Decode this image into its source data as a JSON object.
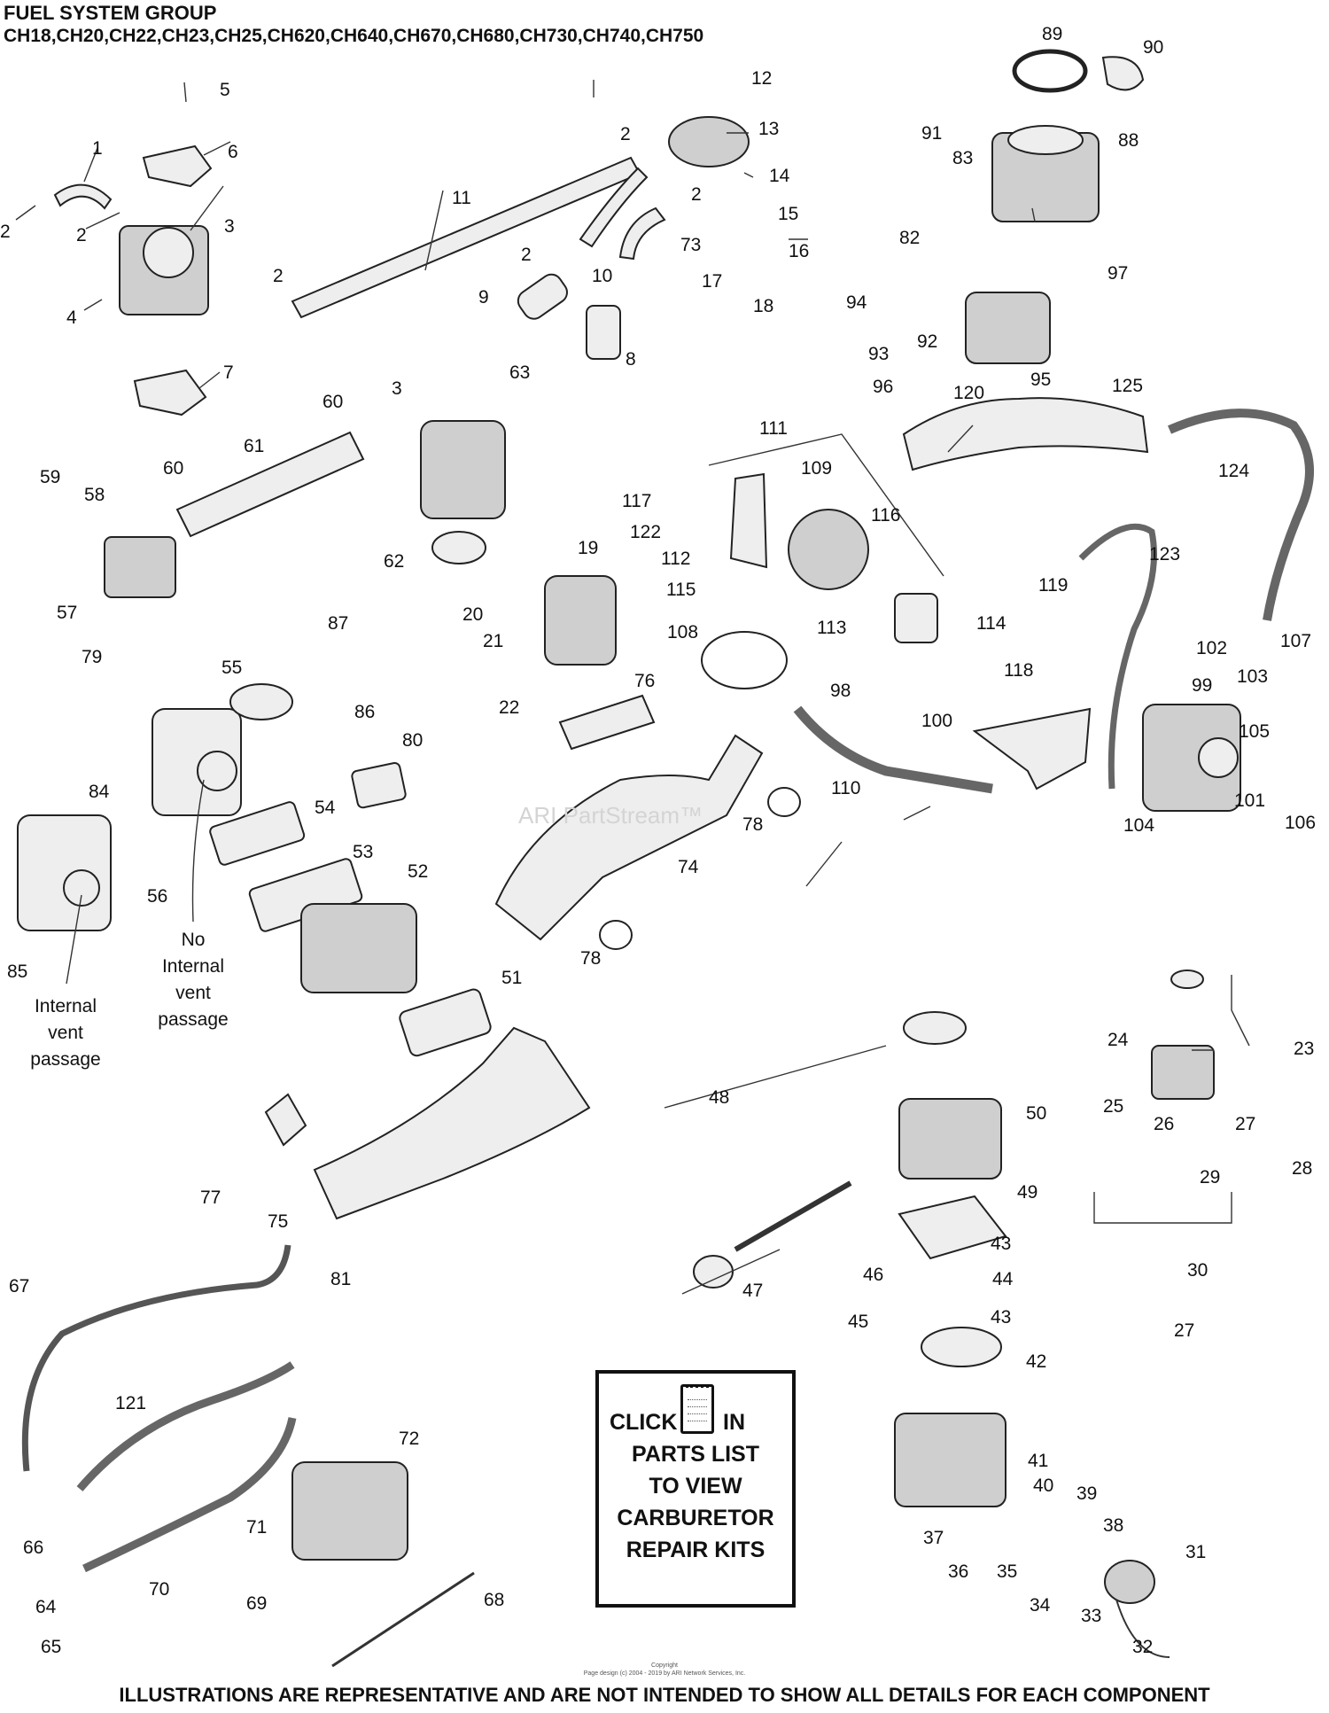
{
  "header": {
    "title": "FUEL SYSTEM GROUP",
    "models": "CH18,CH20,CH22,CH23,CH25,CH620,CH640,CH670,CH680,CH730,CH740,CH750"
  },
  "callouts": [
    "1",
    "2",
    "2",
    "2",
    "2",
    "2",
    "2",
    "3",
    "3",
    "4",
    "5",
    "6",
    "7",
    "8",
    "9",
    "10",
    "11",
    "12",
    "13",
    "14",
    "15",
    "16",
    "17",
    "18",
    "19",
    "20",
    "21",
    "22",
    "23",
    "24",
    "25",
    "26",
    "27",
    "27",
    "28",
    "29",
    "30",
    "31",
    "32",
    "33",
    "34",
    "35",
    "36",
    "37",
    "38",
    "39",
    "40",
    "41",
    "42",
    "43",
    "43",
    "44",
    "45",
    "46",
    "47",
    "48",
    "49",
    "50",
    "51",
    "52",
    "53",
    "54",
    "55",
    "56",
    "57",
    "58",
    "59",
    "60",
    "60",
    "61",
    "62",
    "63",
    "64",
    "65",
    "66",
    "67",
    "68",
    "69",
    "70",
    "71",
    "72",
    "73",
    "74",
    "75",
    "76",
    "77",
    "78",
    "78",
    "79",
    "80",
    "81",
    "82",
    "83",
    "84",
    "85",
    "86",
    "87",
    "88",
    "89",
    "90",
    "91",
    "92",
    "93",
    "94",
    "95",
    "96",
    "97",
    "98",
    "99",
    "100",
    "101",
    "102",
    "103",
    "104",
    "105",
    "106",
    "107",
    "108",
    "109",
    "110",
    "111",
    "112",
    "113",
    "114",
    "115",
    "116",
    "117",
    "118",
    "119",
    "120",
    "121",
    "122",
    "123",
    "124",
    "125"
  ],
  "notes": {
    "no_vent": [
      "No",
      "Internal",
      "vent",
      "passage"
    ],
    "internal_vent": [
      "Internal",
      "vent",
      "passage"
    ]
  },
  "kit_notice": {
    "line1_left": "CLICK",
    "line1_right": "IN",
    "line2": "PARTS LIST",
    "line3": "TO VIEW",
    "line4": "CARBURETOR",
    "line5": "REPAIR KITS"
  },
  "watermark": "ARI PartStream™",
  "copyright": {
    "line1": "Copyright",
    "line2": "Page design (c) 2004 - 2019 by ARI Network Services, Inc."
  },
  "footer": "ILLUSTRATIONS ARE REPRESENTATIVE AND ARE NOT INTENDED TO SHOW ALL DETAILS FOR EACH COMPONENT"
}
